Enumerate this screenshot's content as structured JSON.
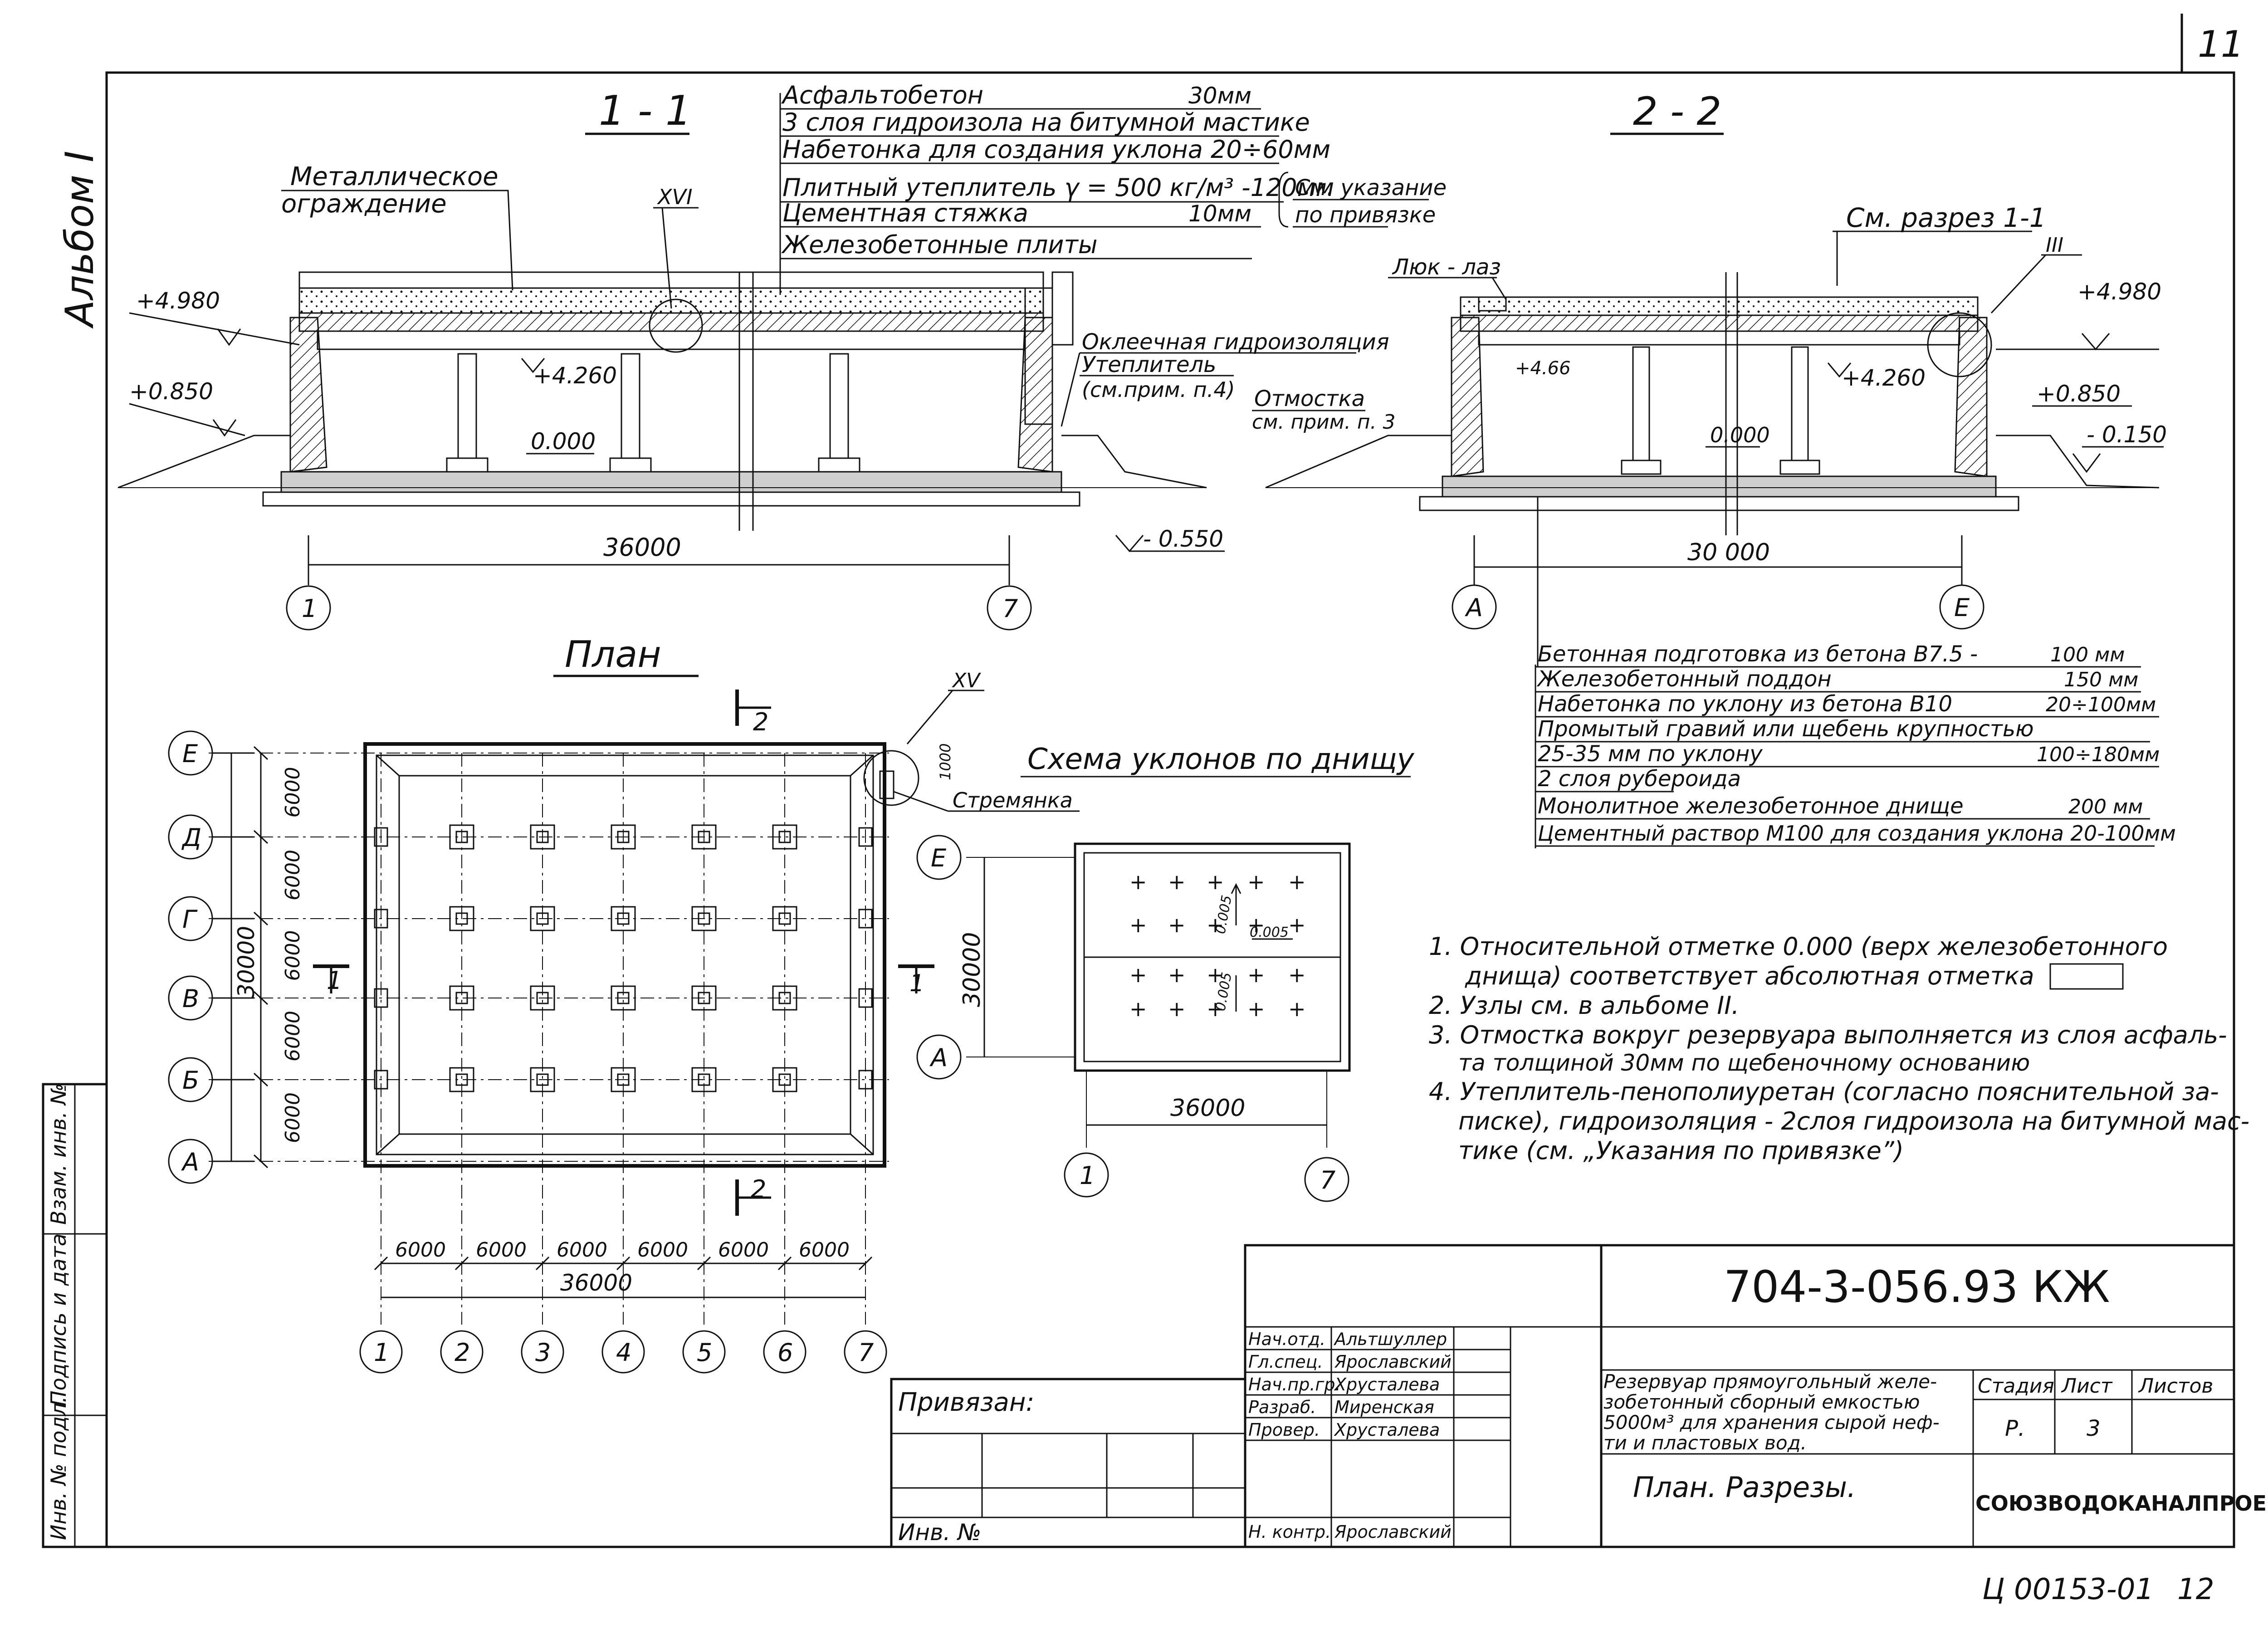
{
  "sheet": {
    "corner_number": "11",
    "album": "Альбом I",
    "bottom_code": "Ц 00153-01",
    "bottom_page": "12"
  },
  "left_strip": {
    "inv_orig": "Инв. № подл.",
    "sign_date": "Подпись и дата",
    "vzam_inv": "Взам. инв. №"
  },
  "section11": {
    "title": "1 - 1",
    "fence_label_1": "Металлическое",
    "fence_label_2": "ограждение",
    "node": "XVI",
    "layers": [
      {
        "text": "Асфальтобетон",
        "value": "30мм"
      },
      {
        "text": "3 слоя гидроизола на битумной мастике",
        "value": ""
      },
      {
        "text": "Набетонка для создания уклона 20÷60мм",
        "value": ""
      },
      {
        "text": "Плитный утеплитель γ = 500 кг/м³ -120мм",
        "value": ""
      },
      {
        "text": "Цементная стяжка",
        "value": "10мм"
      },
      {
        "text": "Железобетонные плиты",
        "value": ""
      }
    ],
    "see_note_1": "См. указание",
    "see_note_2": "по привязке",
    "right_note_1": "Оклеечная гидроизоляция",
    "right_note_2": "Утеплитель",
    "right_note_3": "(см.прим. п.4)",
    "right_note_4": "Отмостка",
    "right_note_5": "см. прим. п. 3",
    "elev_top": "+4.980",
    "elev_0850": "+0.850",
    "elev_4260": "+4.260",
    "elev_000": "0.000",
    "elev_m0550": "- 0.550",
    "dim": "36000",
    "axis_left": "1",
    "axis_right": "7"
  },
  "section22": {
    "title": "2 - 2",
    "see_section": "См. разрез 1-1",
    "hatch_label": "Люк - лаз",
    "node": "III",
    "elev_top": "+4.980",
    "elev_466": "+4.66",
    "elev_4260": "+4.260",
    "elev_000": "0.000",
    "elev_0850": "+0.850",
    "elev_m0150": "- 0.150",
    "dim": "30 000",
    "axis_left": "А",
    "axis_right": "Е"
  },
  "bottom_layers": [
    {
      "text": "Бетонная подготовка из бетона В7.5 -",
      "value": "100 мм"
    },
    {
      "text": "Железобетонный поддон",
      "value": "150 мм"
    },
    {
      "text": "Набетонка по уклону из бетона В10",
      "value": "20÷100мм"
    },
    {
      "text": "Промытый гравий или щебень крупностью",
      "value": ""
    },
    {
      "text": "25-35 мм по уклону",
      "value": "100÷180мм"
    },
    {
      "text": "2 слоя рубероида",
      "value": ""
    },
    {
      "text": "Монолитное железобетонное днище",
      "value": "200 мм"
    },
    {
      "text": "Цементный раствор М100 для создания уклона 20-100мм",
      "value": ""
    }
  ],
  "plan": {
    "title": "План",
    "cut2": "2",
    "cut1": "1",
    "node": "XV",
    "dim_1000": "1000",
    "stremyanka": "Стремянка",
    "rows": [
      "Е",
      "Д",
      "Г",
      "В",
      "Б",
      "А"
    ],
    "row_dims": [
      "6000",
      "6000",
      "6000",
      "6000",
      "6000"
    ],
    "total_v": "30000",
    "cols": [
      "1",
      "2",
      "3",
      "4",
      "5",
      "6",
      "7"
    ],
    "col_dims": [
      "6000",
      "6000",
      "6000",
      "6000",
      "6000",
      "6000"
    ],
    "total_h": "36000"
  },
  "slope_scheme": {
    "title": "Схема уклонов по днищу",
    "slope_1": "0.005",
    "slope_2": "0.005",
    "slope_3": "0.005",
    "dim_v": "30000",
    "dim_h": "36000",
    "row_top": "Е",
    "row_bottom": "А",
    "col_left": "1",
    "col_right": "7",
    "cut": "1"
  },
  "notes": [
    "1. Относительной отметке 0.000 (верх железобетонного",
    "днища) соответствует абсолютная отметка",
    "2. Узлы см. в альбоме II.",
    "3. Отмостка вокруг резервуара выполняется из слоя асфаль-",
    "та толщиной 30мм по щебеночному основанию",
    "4. Утеплитель-пенополиуретан (согласно пояснительной за-",
    "писке), гидроизоляция - 2слоя гидроизола на битумной мас-",
    "тике (см. „Указания по привязке”)"
  ],
  "stamp": {
    "code": "704-3-056.93 КЖ",
    "bound": "Привязан:",
    "inv": "Инв. №",
    "roles": [
      {
        "role": "Нач.отд.",
        "name": "Альтшуллер"
      },
      {
        "role": "Гл.спец.",
        "name": "Ярославский"
      },
      {
        "role": "Нач.пр.гр.",
        "name": "Хрусталева"
      },
      {
        "role": "Разраб.",
        "name": "Миренская"
      },
      {
        "role": "Провер.",
        "name": "Хрусталева"
      },
      {
        "role": "Н. контр.",
        "name": "Ярославский"
      }
    ],
    "title_lines": [
      "Резервуар прямоугольный желе-",
      "зобетонный сборный емкостью",
      "5000м³ для хранения сырой неф-",
      "ти и пластовых вод."
    ],
    "stage_h": "Стадия",
    "sheet_h": "Лист",
    "sheets_h": "Листов",
    "stage": "Р.",
    "sheet_no": "3",
    "drawing_name": "План. Разрезы.",
    "org": "СОЮЗВОДОКАНАЛПРОЕКТ"
  }
}
